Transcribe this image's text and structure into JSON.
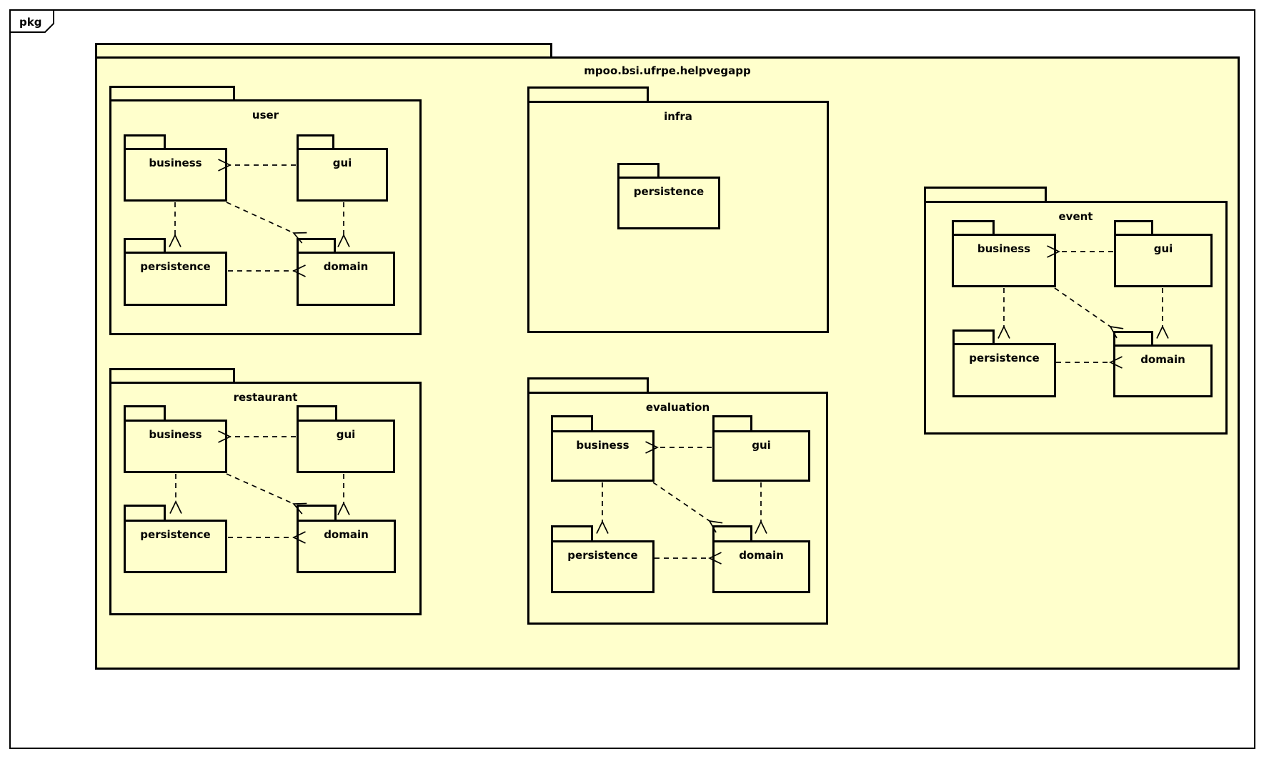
{
  "frame": {
    "kind": "pkg"
  },
  "root_package": {
    "name": "mpoo.bsi.ufrpe.helpvegapp"
  },
  "packages": {
    "user": {
      "name": "user",
      "children": {
        "business": "business",
        "gui": "gui",
        "persistence": "persistence",
        "domain": "domain"
      }
    },
    "infra": {
      "name": "infra",
      "children": {
        "persistence": "persistence"
      }
    },
    "restaurant": {
      "name": "restaurant",
      "children": {
        "business": "business",
        "gui": "gui",
        "persistence": "persistence",
        "domain": "domain"
      }
    },
    "evaluation": {
      "name": "evaluation",
      "children": {
        "business": "business",
        "gui": "gui",
        "persistence": "persistence",
        "domain": "domain"
      }
    },
    "event": {
      "name": "event",
      "children": {
        "business": "business",
        "gui": "gui",
        "persistence": "persistence",
        "domain": "domain"
      }
    }
  },
  "dependencies": {
    "style": "dashed-open-arrow",
    "applies_to_clusters": [
      "user",
      "restaurant",
      "evaluation",
      "event"
    ],
    "pattern": [
      {
        "from": "gui",
        "to": "business"
      },
      {
        "from": "business",
        "to": "persistence"
      },
      {
        "from": "business",
        "to": "domain"
      },
      {
        "from": "gui",
        "to": "domain"
      },
      {
        "from": "persistence",
        "to": "domain"
      }
    ]
  },
  "colors": {
    "package_fill": "#FFFFCC",
    "border": "#000000",
    "background": "#FFFFFF"
  }
}
